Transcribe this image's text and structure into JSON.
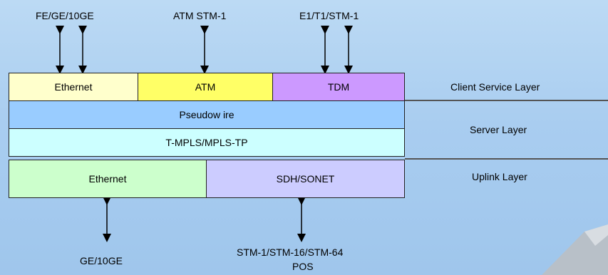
{
  "top_labels": {
    "left": "FE/GE/10GE",
    "middle": "ATM STM-1",
    "right": "E1/T1/STM-1"
  },
  "client_row": {
    "ethernet": "Ethernet",
    "atm": "ATM",
    "tdm": "TDM"
  },
  "server_rows": {
    "pseudowire": "Pseudow ire",
    "tmpls": "T-MPLS/MPLS-TP"
  },
  "uplink_row": {
    "ethernet": "Ethernet",
    "sdh": "SDH/SONET"
  },
  "layers": {
    "client": "Client Service Layer",
    "server": "Server Layer",
    "uplink": "Uplink Layer"
  },
  "bottom_labels": {
    "left": "GE/10GE",
    "right_line1": "STM-1/STM-16/STM-64",
    "right_line2": "POS"
  },
  "colors": {
    "ethernet_client": "#ffffcc",
    "atm": "#ffff66",
    "tdm": "#cc99ff",
    "pseudowire": "#99ccff",
    "tmpls": "#ccffff",
    "ethernet_uplink": "#ccffcc",
    "sdh": "#ccccff"
  }
}
